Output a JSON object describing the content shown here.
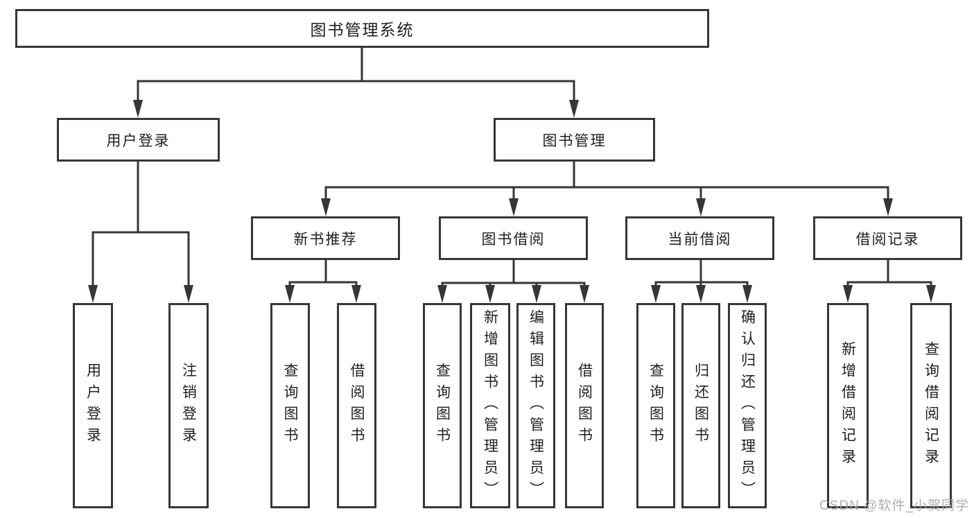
{
  "tree": {
    "label": "图书管理系统",
    "children": [
      {
        "label": "用户登录",
        "children": [
          {
            "label": "用户登录"
          },
          {
            "label": "注销登录"
          }
        ]
      },
      {
        "label": "图书管理",
        "children": [
          {
            "label": "新书推荐",
            "children": [
              {
                "label": "查询图书"
              },
              {
                "label": "借阅图书"
              }
            ]
          },
          {
            "label": "图书借阅",
            "children": [
              {
                "label": "查询图书"
              },
              {
                "label": "新增图书（管理员）"
              },
              {
                "label": "编辑图书（管理员）"
              },
              {
                "label": "借阅图书"
              }
            ]
          },
          {
            "label": "当前借阅",
            "children": [
              {
                "label": "查询图书"
              },
              {
                "label": "归还图书"
              },
              {
                "label": "确认归还（管理员）"
              }
            ]
          },
          {
            "label": "借阅记录",
            "children": [
              {
                "label": "新增借阅记录"
              },
              {
                "label": "查询借阅记录"
              }
            ]
          }
        ]
      }
    ]
  },
  "watermark": {
    "text": "CSDN @软件_小贺同学"
  },
  "colors": {
    "line": "#363636",
    "box_border": "#363636",
    "text": "#1f1f1f",
    "watermark": "#a4a4a4",
    "background": "#ffffff"
  }
}
